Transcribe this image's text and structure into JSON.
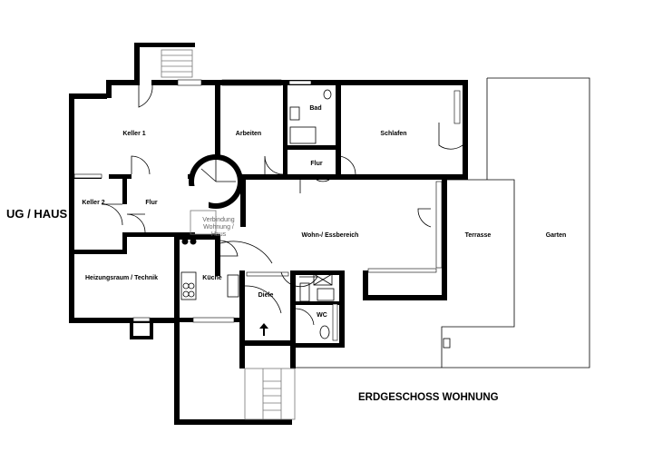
{
  "titles": {
    "left": "UG / HAUS",
    "bottom": "ERDGESCHOSS WOHNUNG"
  },
  "rooms": {
    "keller1": "Keller 1",
    "arbeiten": "Arbeiten",
    "bad": "Bad",
    "schlafen": "Schlafen",
    "flur_eg": "Flur",
    "keller2": "Keller 2",
    "flur_ug": "Flur",
    "verbindung_1": "Verbindung",
    "verbindung_2": "Wohnung /",
    "verbindung_3": "Haus",
    "wohn": "Wohn-/ Essbereich",
    "terrasse": "Terrasse",
    "garten": "Garten",
    "heizung": "Heizungsraum / Technik",
    "kueche": "Küche",
    "diele": "Diele",
    "wc": "WC"
  },
  "icons": {
    "entrance": "arrow-up-icon",
    "stairs": "stairs-icon",
    "spiral_stairs": "spiral-stairs-icon"
  }
}
